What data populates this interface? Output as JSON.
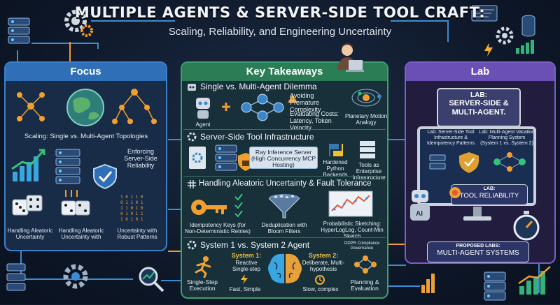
{
  "header": {
    "title": "MULTIPLE AGENTS & SERVER-SIDE TOOL CRAFT:",
    "subtitle": "Scaling, Reliability, and Engineering Uncertainty"
  },
  "focus": {
    "title": "Focus",
    "scaling_label": "Scaling: Single vs. Multi-Agent Topologies",
    "reliability_label": "Enforcing Server-Side Reliability",
    "items": [
      "Handling Aleatoric Uncertainty",
      "Handling Aleatoric Uncertainty with",
      "Uncertainty with Robust Patterns"
    ]
  },
  "key": {
    "title": "Key Takeaways",
    "sections": [
      {
        "title": "Single vs. Multi-Agent Dilemma",
        "labels": [
          "Agent",
          "Avoiding Premature Complexity",
          "Evaluating Costs: Latency, Token Velocity",
          "Planetary Motion Analogy"
        ]
      },
      {
        "title": "Server-Side Tool Infrastructure",
        "labels": [
          "Ray Inference Server (High Concurrency MCP Hosting)",
          "Hardened Python Backends",
          "Tools as Enterprise Infrastructure"
        ]
      },
      {
        "title": "Handling Aleatoric Uncertainty & Fault Tolerance",
        "labels": [
          "Idempotency Keys (for Non-Deterministic Retries)",
          "Deduplication with Bloom Filters",
          "Probabilistic Sketching: HyperLogLog, Count-Min Sketch"
        ]
      },
      {
        "title": "System 1 vs. System 2 Agent",
        "labels": [
          "Single-Step Execution",
          "System 1:",
          "Reactive Single-step",
          "Fast, Simple",
          "System 2:",
          "Deliberate, Multi-hypothesis",
          "Slow, complex",
          "Planning & Evaluation",
          "ODPR Compliance Governance"
        ]
      }
    ]
  },
  "lab": {
    "title": "Lab",
    "badge_top": "LAB:",
    "badge_main": "SERVER-SIDE & MULTI-AGENT.",
    "screen_left": "Lab: Server-Side Tool Infrastructure & Idempotency Patterns",
    "screen_right": "Lab: Multi-Agent Vacation Planning System (System 1 vs. System 2)",
    "reliability_top": "LAB:",
    "reliability_main": "TOOL RELIABILITY",
    "proposed_top": "PROPOSED LABS:",
    "proposed_main": "MULTI-AGENT SYSTEMS"
  },
  "colors": {
    "focus": "#2f6fb8",
    "key": "#2b7d55",
    "lab": "#6a4fb5",
    "accent": "#f0a030"
  }
}
